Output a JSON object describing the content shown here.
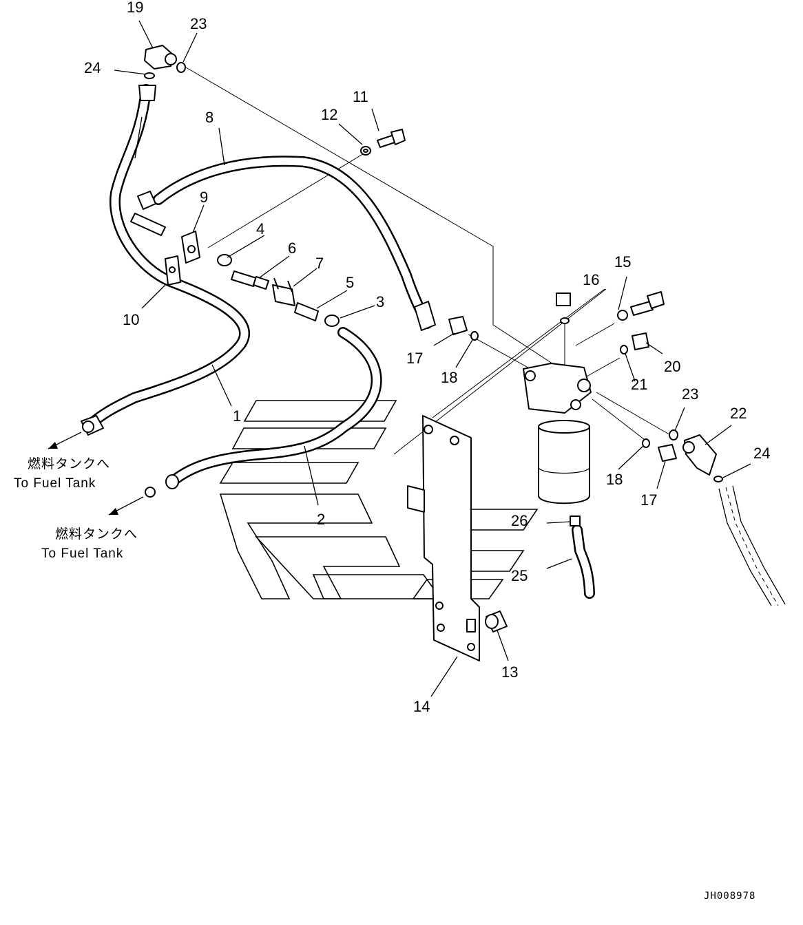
{
  "diagram": {
    "drawing_code": "JH008978",
    "destinations": [
      {
        "ja": "燃料タンクへ",
        "en": "To Fuel Tank"
      },
      {
        "ja": "燃料タンクへ",
        "en": "To Fuel Tank"
      }
    ],
    "callouts": [
      "1",
      "2",
      "3",
      "4",
      "5",
      "6",
      "7",
      "8",
      "9",
      "10",
      "11",
      "12",
      "13",
      "14",
      "15",
      "16",
      "17",
      "17",
      "18",
      "18",
      "19",
      "20",
      "21",
      "22",
      "23",
      "23",
      "24",
      "24",
      "25",
      "26"
    ]
  }
}
